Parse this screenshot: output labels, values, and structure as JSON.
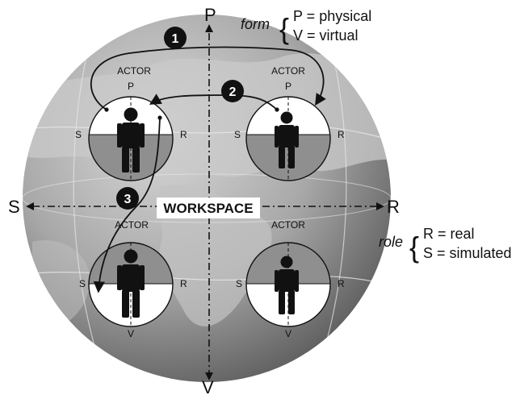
{
  "axes": {
    "top": "P",
    "bottom": "V",
    "left": "S",
    "right": "R"
  },
  "center_label": "WORKSPACE",
  "form_legend": {
    "title": "form",
    "line1": "P = physical",
    "line2": "V = virtual"
  },
  "role_legend": {
    "title": "role",
    "line1": "R = real",
    "line2": "S = simulated"
  },
  "actors": [
    {
      "title": "ACTOR",
      "top": "P",
      "left": "S",
      "right": "R",
      "bottom": ""
    },
    {
      "title": "ACTOR",
      "top": "P",
      "left": "S",
      "right": "R",
      "bottom": ""
    },
    {
      "title": "ACTOR",
      "top": "",
      "left": "S",
      "right": "R",
      "bottom": "V"
    },
    {
      "title": "ACTOR",
      "top": "",
      "left": "S",
      "right": "R",
      "bottom": "V"
    }
  ],
  "transitions": [
    "1",
    "2",
    "3"
  ],
  "colors": {
    "globe": "#9a9a9a",
    "globe_dark": "#5e5e5e",
    "actor_shade": "#8f8f8f",
    "badge": "#111111"
  }
}
